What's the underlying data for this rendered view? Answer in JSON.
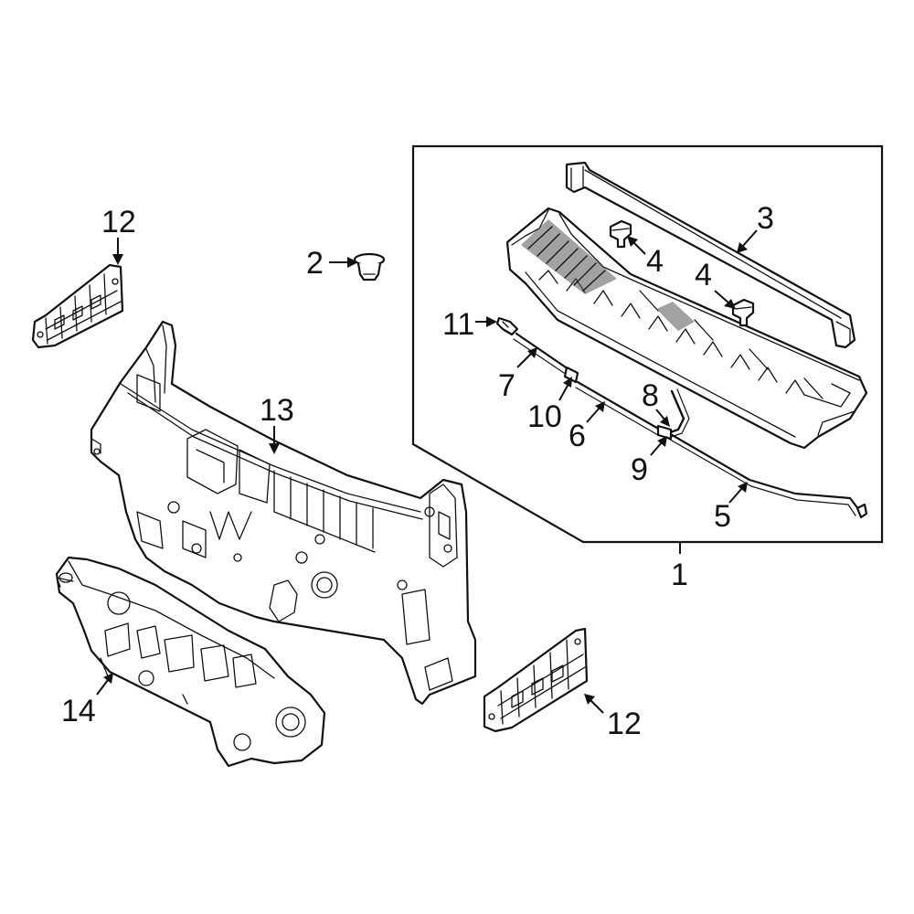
{
  "callouts": {
    "c1": "1",
    "c2": "2",
    "c3": "3",
    "c4a": "4",
    "c4b": "4",
    "c5": "5",
    "c6": "6",
    "c7": "7",
    "c8": "8",
    "c9": "9",
    "c10": "10",
    "c11": "11",
    "c12a": "12",
    "c12b": "12",
    "c13": "13",
    "c14": "14"
  },
  "colors": {
    "line": "#111111",
    "background": "#ffffff"
  }
}
